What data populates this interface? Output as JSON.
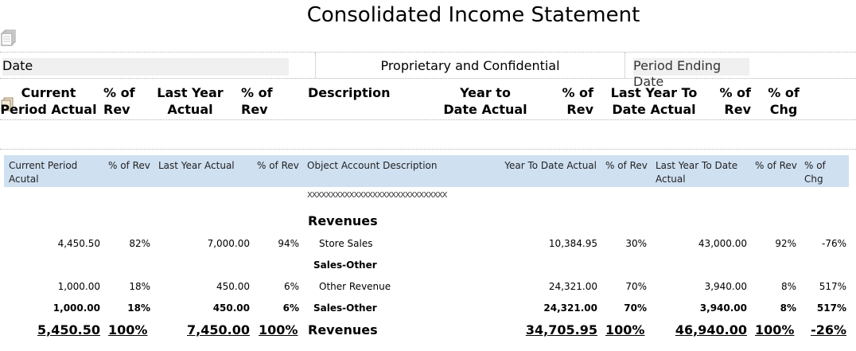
{
  "report": {
    "title": "Consolidated Income Statement",
    "date_label": "Date",
    "confidential": "Proprietary and Confidential",
    "period_ending": "Period Ending Date"
  },
  "header": {
    "current_1": "Current",
    "current_2": "Period Actual",
    "pct_rev_1": "% of",
    "pct_rev_2": "Rev",
    "last_year_1": "Last Year",
    "last_year_2": "Actual",
    "description": "Description",
    "ytd_1": "Year to",
    "ytd_2": "Date Actual",
    "lytd_1": "Last Year To",
    "lytd_2": "Date Actual",
    "pct_chg_1": "% of",
    "pct_chg_2": "Chg"
  },
  "band": {
    "current_1": "Current Period",
    "current_2": "Acutal",
    "pct_rev": "% of Rev",
    "last_year": "Last Year Actual",
    "description": "Object Account Description",
    "ytd": "Year To Date Actual",
    "lytd_1": "Last Year To Date",
    "lytd_2": "Actual",
    "pct_chg_1": "% of",
    "pct_chg_2": "Chg"
  },
  "placeholder": "XXXXXXXXXXXXXXXXXXXXXXXXXXXXXX",
  "sections": {
    "revenues": "Revenues",
    "sales_other": "Sales-Other"
  },
  "rows": [
    {
      "cur": "4,450.50",
      "pcur": "82%",
      "ly": "7,000.00",
      "ply": "94%",
      "desc": "Store Sales",
      "ytd": "10,384.95",
      "pytd": "30%",
      "lytd": "43,000.00",
      "plytd": "92%",
      "chg": "-76%"
    },
    {
      "cur": "1,000.00",
      "pcur": "18%",
      "ly": "450.00",
      "ply": "6%",
      "desc": "Other Revenue",
      "ytd": "24,321.00",
      "pytd": "70%",
      "lytd": "3,940.00",
      "plytd": "8%",
      "chg": "517%"
    }
  ],
  "subtotal": {
    "cur": "1,000.00",
    "pcur": "18%",
    "ly": "450.00",
    "ply": "6%",
    "desc": "Sales-Other",
    "ytd": "24,321.00",
    "pytd": "70%",
    "lytd": "3,940.00",
    "plytd": "8%",
    "chg": "517%"
  },
  "total": {
    "cur": "5,450.50",
    "pcur": "100%",
    "ly": "7,450.00",
    "ply": "100%",
    "desc": "Revenues",
    "ytd": "34,705.95",
    "pytd": "100%",
    "lytd": "46,940.00",
    "plytd": "100%",
    "chg": "-26%"
  }
}
